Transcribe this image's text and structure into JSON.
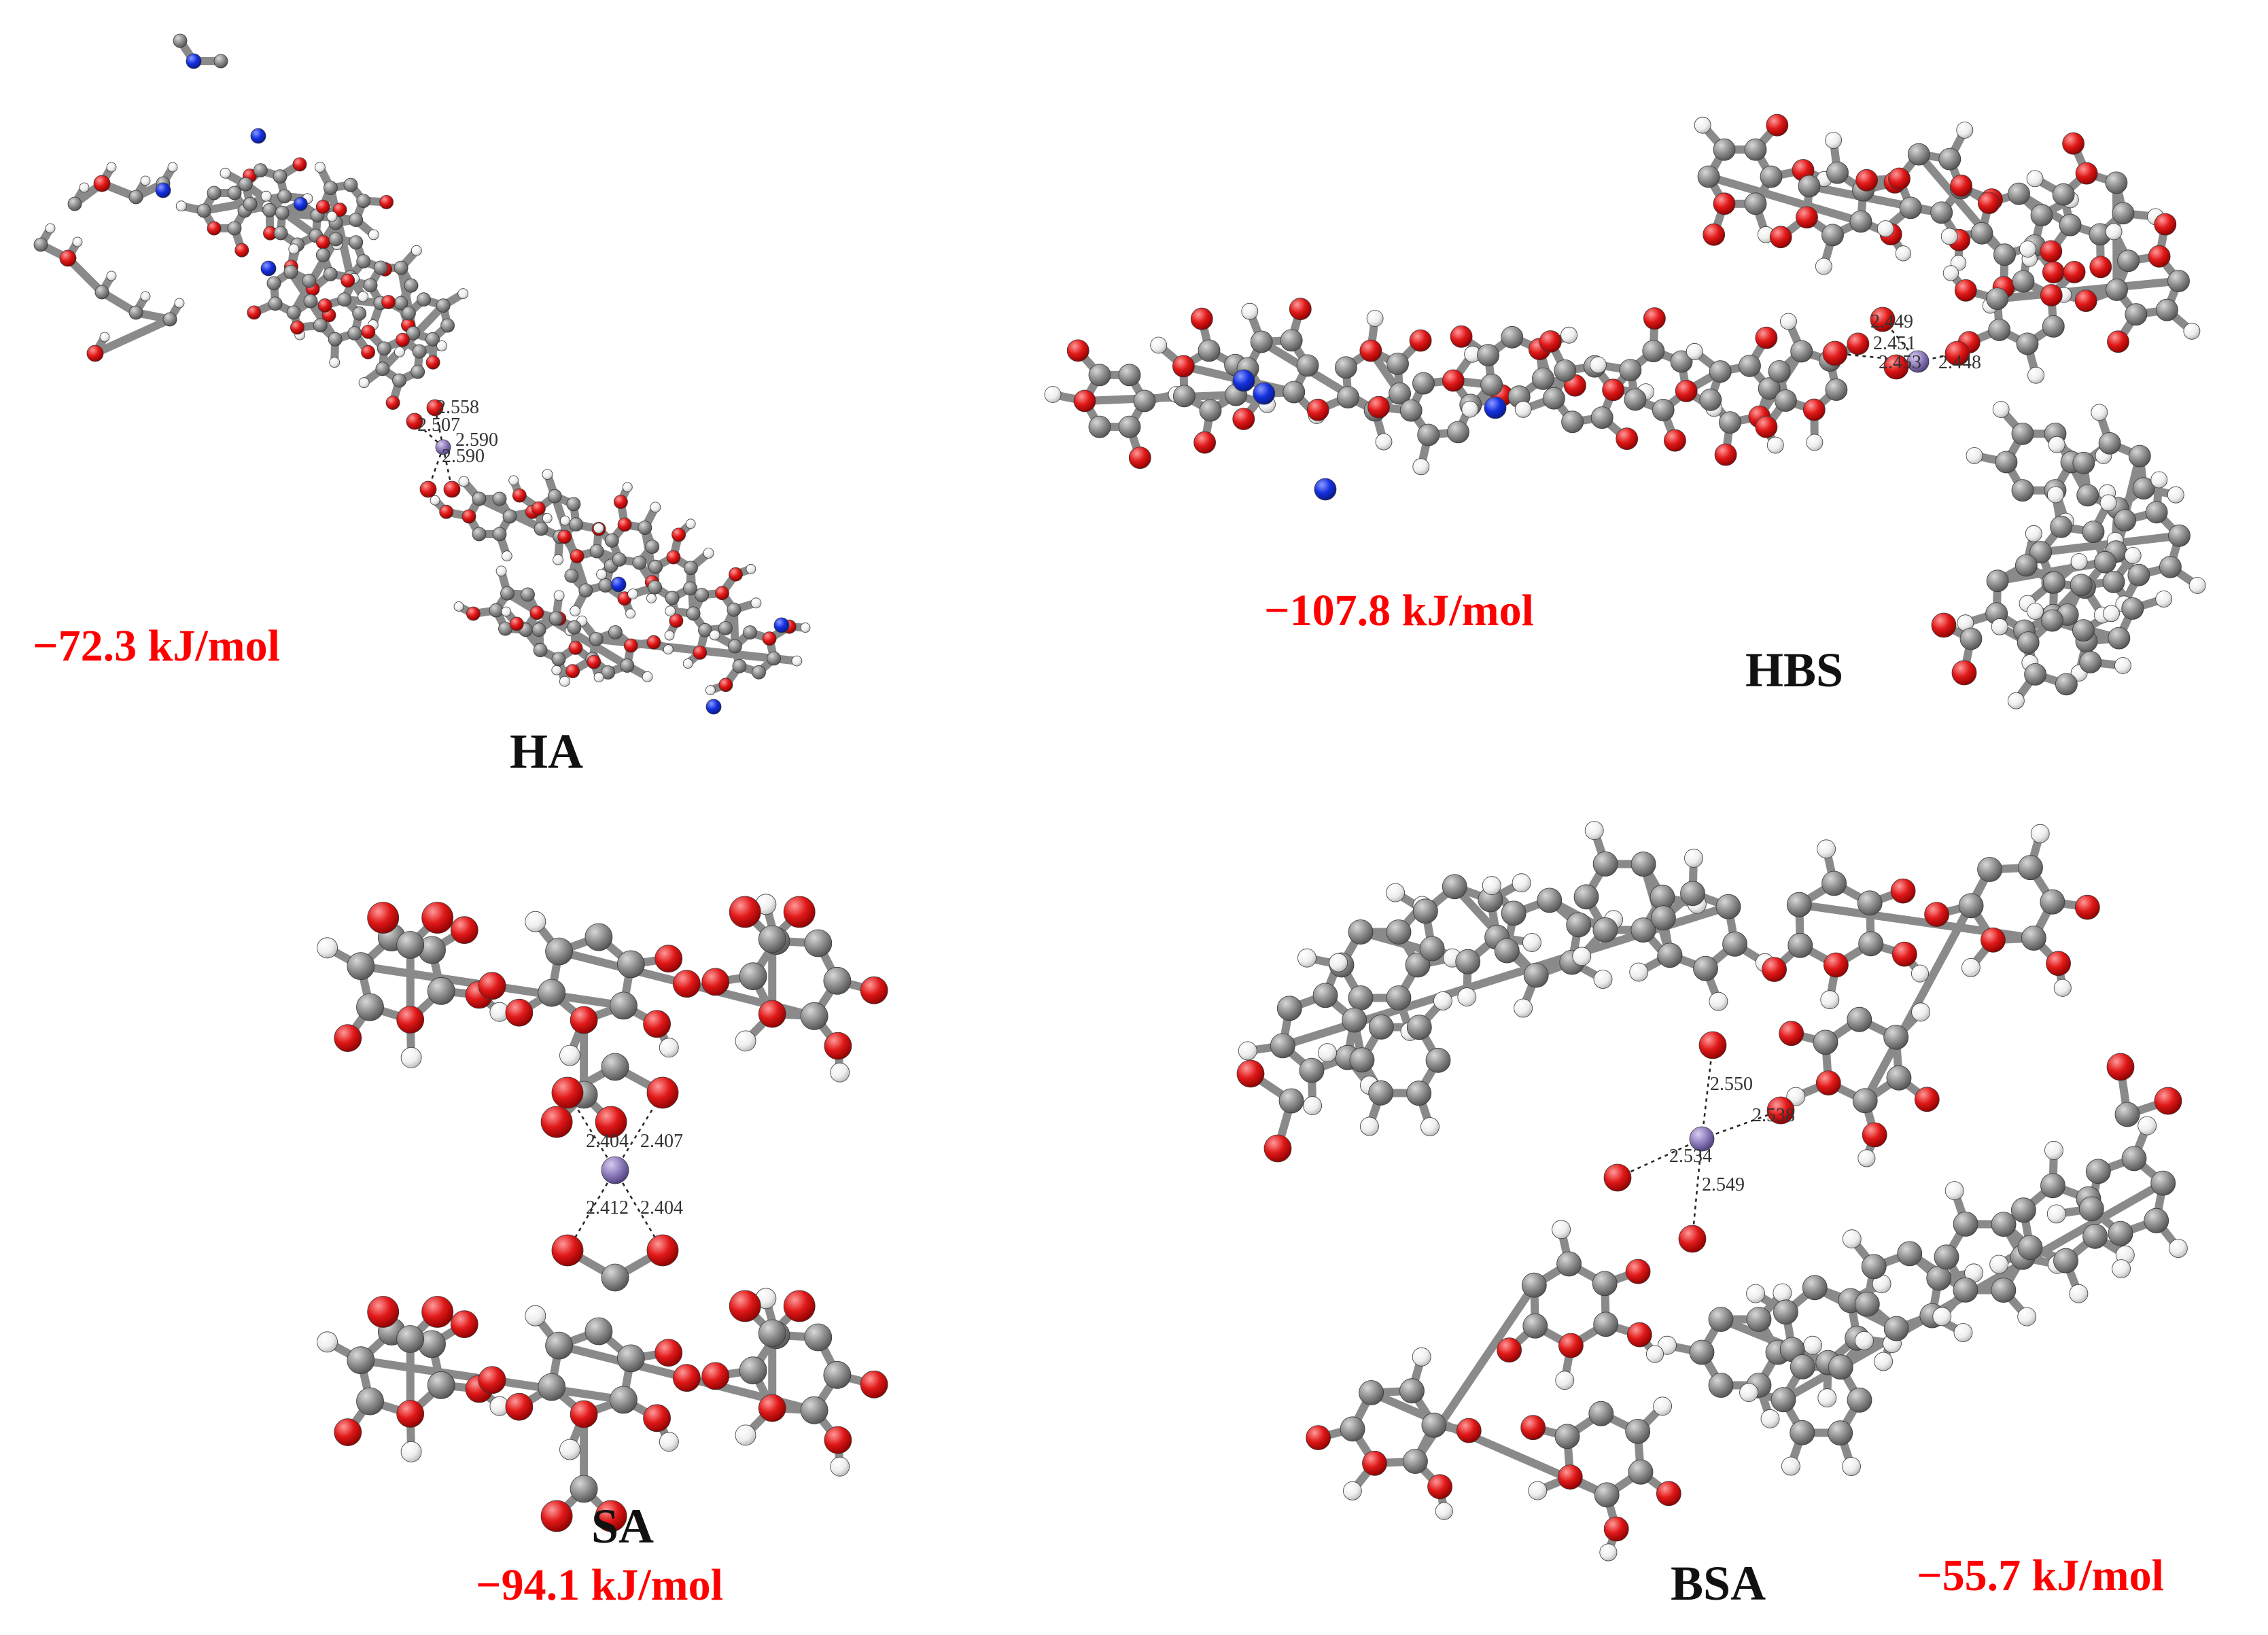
{
  "colors": {
    "carbon": "#7d7d7d",
    "oxygen": "#e01818",
    "hydrogen": "#f2f2f2",
    "nitrogen": "#1530e0",
    "metal": "#8a78b8",
    "energy_text": "#ff0000",
    "label_text": "#111111"
  },
  "panels": {
    "ha": {
      "label": "HA",
      "energy": "−72.3 kJ/mol",
      "distances": [
        "2.558",
        "2.507",
        "2.590",
        "2.590"
      ]
    },
    "hbs": {
      "label": "HBS",
      "energy": "−107.8 kJ/mol",
      "distances": [
        "2.449",
        "2.451",
        "2.453",
        "2.448"
      ]
    },
    "sa": {
      "label": "SA",
      "energy": "−94.1 kJ/mol",
      "distances": [
        "2.404",
        "2.407",
        "2.412",
        "2.404"
      ]
    },
    "bsa": {
      "label": "BSA",
      "energy": "−55.7 kJ/mol",
      "distances": [
        "2.550",
        "2.538",
        "2.534",
        "2.549"
      ]
    }
  }
}
